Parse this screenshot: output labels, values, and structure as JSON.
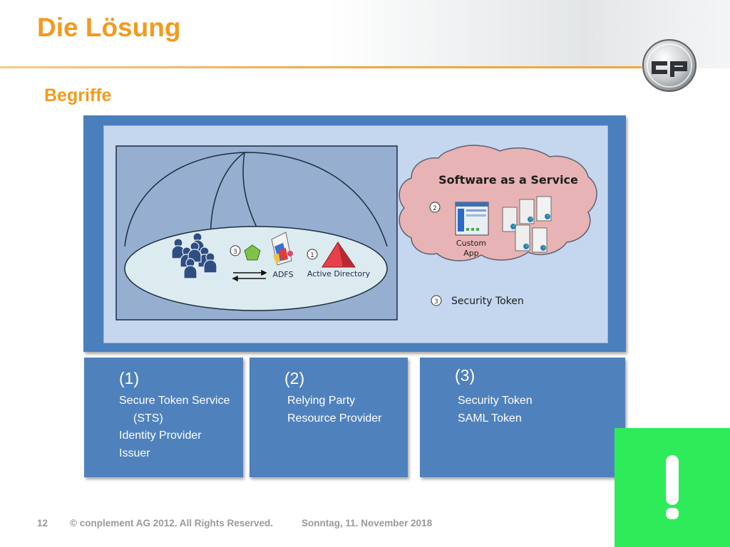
{
  "slide": {
    "title": "Die Lösung",
    "subtitle": "Begriffe"
  },
  "diagram": {
    "saas_label": "Software as a Service",
    "custom_app_line1": "Custom",
    "custom_app_line2": "App",
    "adfs_label": "ADFS",
    "active_directory_label": "Active Directory",
    "security_token_label": "Security Token",
    "marker_1": "1",
    "marker_2": "2",
    "marker_3": "3"
  },
  "cards": [
    {
      "number": "(1)",
      "lines": [
        "Secure Token Service",
        "(STS)",
        "Identity Provider",
        "Issuer"
      ]
    },
    {
      "number": "(2)",
      "lines": [
        "Relying Party",
        "Resource Provider"
      ]
    },
    {
      "number": "(3)",
      "lines": [
        "Security Token",
        "SAML Token"
      ]
    }
  ],
  "footer": {
    "page_number": "12",
    "copyright": "© conplement AG 2012. All Rights Reserved.",
    "date": "Sonntag, 11. November 2018"
  },
  "colors": {
    "accent_orange": "#f39a1e",
    "frame_blue": "#4a7fbd",
    "card_blue": "#4f81bd",
    "highlight_green": "#2eeb5a"
  },
  "icons": [
    "logo-icon",
    "users-icon",
    "pentagon-icon",
    "adfs-icon",
    "active-directory-icon",
    "custom-app-icon",
    "servers-icon",
    "arrows-icon",
    "exclamation-icon"
  ]
}
